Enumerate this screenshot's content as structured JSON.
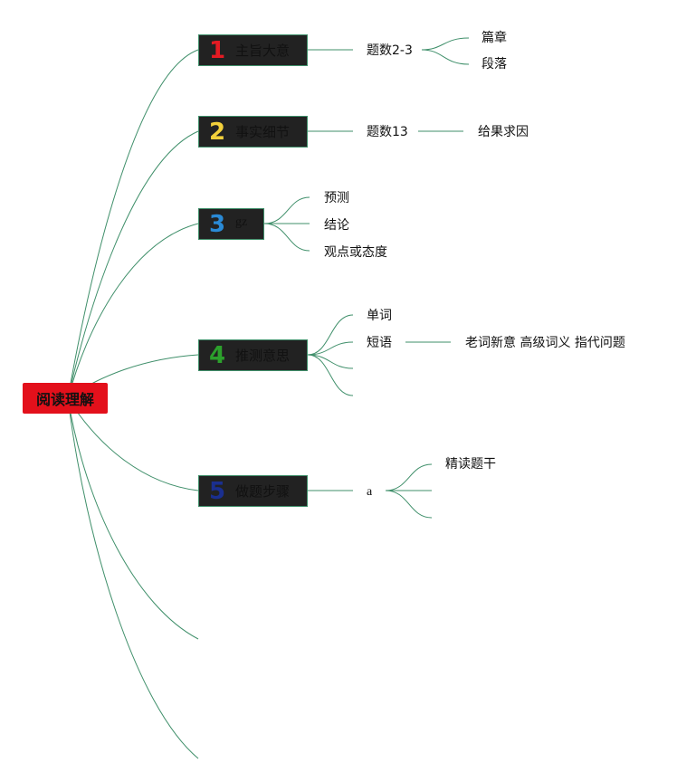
{
  "root": {
    "label": "阅读理解"
  },
  "topics": [
    {
      "number": "1",
      "label": "主旨大意",
      "num_color": "#e31b23"
    },
    {
      "number": "2",
      "label": "事实细节",
      "num_color": "#f2d03b"
    },
    {
      "number": "3",
      "label": "gz",
      "num_color": "#2a8ad6"
    },
    {
      "number": "4",
      "label": "推测意思",
      "num_color": "#2ca02c"
    },
    {
      "number": "5",
      "label": "做题步骤",
      "num_color": "#1a2f8f"
    }
  ],
  "t1": {
    "sub": "题数2-3",
    "children": [
      "篇章",
      "段落"
    ]
  },
  "t2": {
    "sub": "题数13",
    "child": "给果求因"
  },
  "t3": {
    "children": [
      "预测",
      "结论",
      "观点或态度"
    ]
  },
  "t4": {
    "children": [
      "单词",
      "短语"
    ],
    "leaf": "老词新意 高级词义 指代问题"
  },
  "t5": {
    "sub": "a",
    "child": "精读题干"
  }
}
